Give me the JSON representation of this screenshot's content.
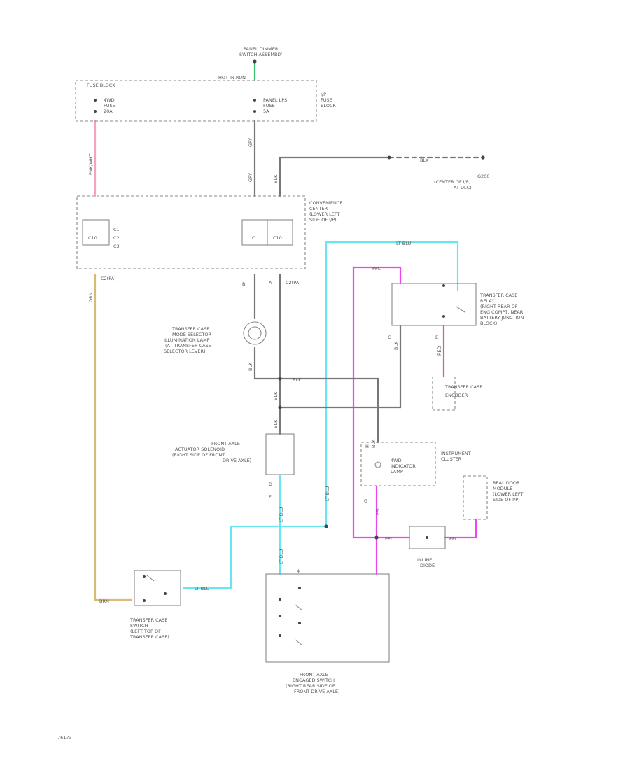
{
  "colors": {
    "pink": "#f2a5b9",
    "red": "#e06070",
    "green": "#38c070",
    "cyan": "#66e6f0",
    "magenta": "#ee44ee",
    "tan": "#d9bb77",
    "gray": "#777777"
  },
  "labels": {
    "dimmer_switch": [
      "PANEL DIMMER",
      "SWITCH ASSEMBLY"
    ],
    "hot_in_run": "HOT IN RUN",
    "fuse_block_header": "FUSE BLOCK",
    "fuse_4wd": [
      "4WD",
      "FUSE",
      "20A"
    ],
    "fuse_panel_lps": [
      "PANEL LPS",
      "FUSE",
      "5A"
    ],
    "ip_fuse_block": [
      "I/P",
      "FUSE",
      "BLOCK"
    ],
    "conv_center": [
      "CONVENIENCE",
      "CENTER",
      "(LOWER LEFT",
      "SIDE OF I/P)"
    ],
    "g200": [
      "G200",
      "(CENTER OF I/P,",
      "AT DLC)"
    ],
    "transfer_relay": [
      "TRANSFER CASE",
      "RELAY",
      "(RIGHT REAR OF",
      "ENG COMPT, NEAR",
      "BATTERY JUNCTION",
      "BLOCK)"
    ],
    "mode_lamp": [
      "TRANSFER CASE",
      "MODE SELECTOR",
      "ILLUMINATION LAMP",
      "(AT TRANSFER CASE",
      "SELECTOR LEVER)"
    ],
    "encoder": [
      "TRANSFER CASE",
      "ENCODER"
    ],
    "actuator": [
      "FRONT AXLE",
      "ACTUATOR SOLENOID",
      "(RIGHT SIDE OF FRONT",
      "DRIVE AXLE)"
    ],
    "cluster": [
      "INSTRUMENT",
      "CLUSTER"
    ],
    "ind_lamp": [
      "4WD",
      "INDICATOR",
      "LAMP"
    ],
    "rke": [
      "REAL DOOR",
      "MODULE",
      "(LOWER LEFT",
      "SIDE OF I/P)"
    ],
    "diode": [
      "INLINE",
      "DIODE"
    ],
    "tc_switch": [
      "TRANSFER CASE",
      "SWITCH",
      "(LEFT TOP OF",
      "TRANSFER CASE)"
    ],
    "axle_switch": [
      "FRONT AXLE",
      "ENGAGED SWITCH",
      "(RIGHT REAR SIDE OF",
      "FRONT DRIVE AXLE)"
    ],
    "page_no": "76173"
  },
  "wire_labels": {
    "w_pink_orn": "PNK/WHT",
    "w_gry_a": "GRY",
    "w_gry_b": "GRY",
    "w_blk_top": "BLK",
    "w_blk_long": "BLK",
    "w_c2_left": "C2(PA)",
    "w_c2_right": "C2(PA)",
    "w_orn": "ORN",
    "w_ltblu_top": "LT BLU",
    "w_ppl_top": "PPL",
    "w_blk_relay": "BLK",
    "w_red": "RED",
    "w_blk_mid": "BLK",
    "w_blk_v1": "BLK",
    "w_blk_v2": "BLK",
    "w_blk_lamp": "BLK",
    "w_blk_act": "BLK",
    "w_ltblu_v1": "LT BLU",
    "w_ltblu_v2": "LT BLU",
    "w_ltblu_low": "LT BLU",
    "w_ppl_v": "PPL",
    "w_ppl_d1": "PPL",
    "w_ppl_d2": "PPL",
    "w_brn": "BRN",
    "w_ltblu_sw": "LT BLU"
  },
  "pins": {
    "p_a": "A",
    "p_b": "B",
    "p_c": "C",
    "p_d": "D",
    "p_e": "E",
    "p_f": "F",
    "p_g": "G",
    "p_h": "H",
    "p_c1": "C1",
    "p_c2": "C2",
    "p_c3": "C3",
    "p_4": "4"
  }
}
